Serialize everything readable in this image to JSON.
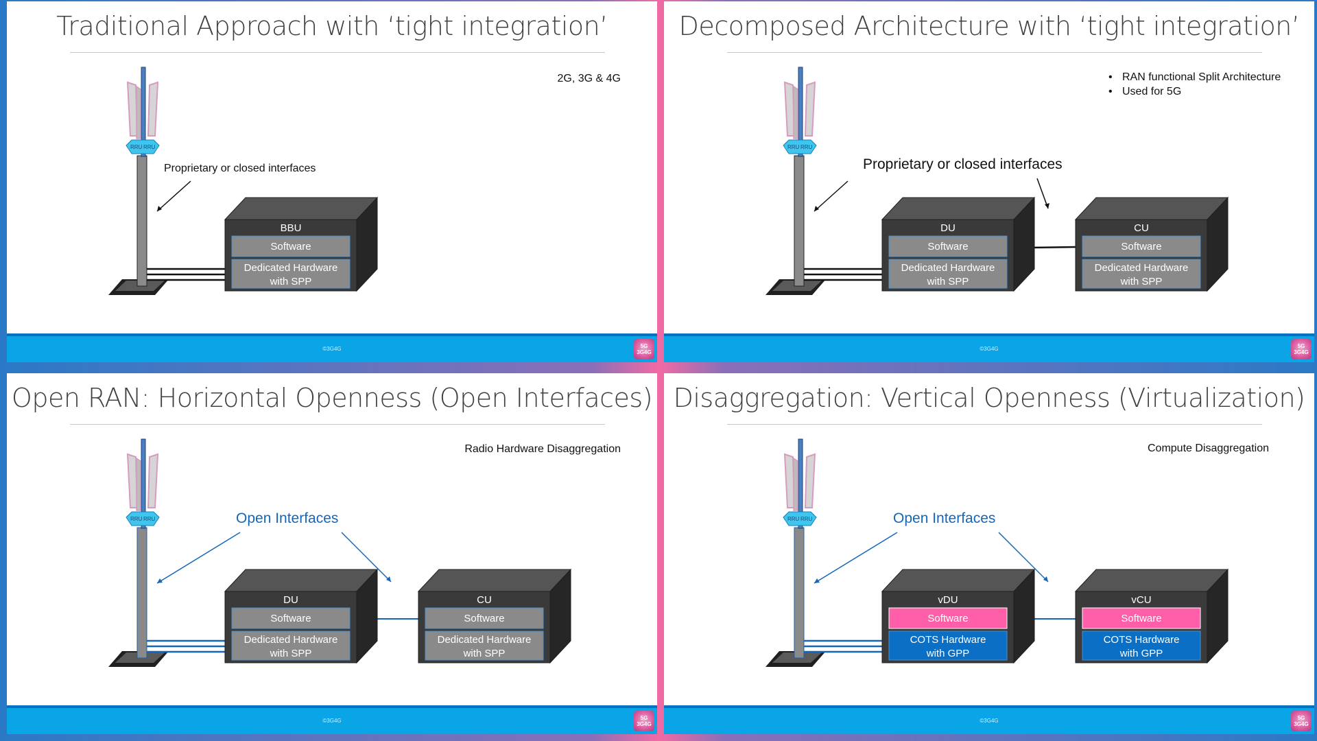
{
  "slides": [
    {
      "title": "Traditional Approach with ‘tight integration’",
      "note": "2G, 3G & 4G",
      "annotation": "Proprietary or closed interfaces",
      "rru_labels": [
        "RRU",
        "RRU"
      ],
      "boxes": [
        {
          "name": "BBU",
          "software": "Software",
          "hardware_line1": "Dedicated Hardware",
          "hardware_line2": "with SPP"
        }
      ],
      "footer_text": "©3G4G"
    },
    {
      "title": "Decomposed Architecture with ‘tight integration’",
      "bullets": [
        "RAN functional Split Architecture",
        "Used for 5G"
      ],
      "annotation": "Proprietary or closed interfaces",
      "rru_labels": [
        "RRU",
        "RRU"
      ],
      "boxes": [
        {
          "name": "DU",
          "software": "Software",
          "hardware_line1": "Dedicated Hardware",
          "hardware_line2": "with SPP"
        },
        {
          "name": "CU",
          "software": "Software",
          "hardware_line1": "Dedicated Hardware",
          "hardware_line2": "with SPP"
        }
      ],
      "footer_text": "©3G4G"
    },
    {
      "title": "Open RAN: Horizontal Openness (Open Interfaces)",
      "note": "Radio Hardware Disaggregation",
      "annotation": "Open Interfaces",
      "rru_labels": [
        "RRU",
        "RRU"
      ],
      "boxes": [
        {
          "name": "DU",
          "software": "Software",
          "hardware_line1": "Dedicated Hardware",
          "hardware_line2": "with SPP"
        },
        {
          "name": "CU",
          "software": "Software",
          "hardware_line1": "Dedicated Hardware",
          "hardware_line2": "with SPP"
        }
      ],
      "footer_text": "©3G4G"
    },
    {
      "title": "Disaggregation: Vertical Openness (Virtualization)",
      "note": "Compute Disaggregation",
      "annotation": "Open Interfaces",
      "rru_labels": [
        "RRU",
        "RRU"
      ],
      "boxes": [
        {
          "name": "vDU",
          "software": "Software",
          "hardware_line1": "COTS Hardware",
          "hardware_line2": "with GPP"
        },
        {
          "name": "vCU",
          "software": "Software",
          "hardware_line1": "COTS Hardware",
          "hardware_line2": "with GPP"
        }
      ],
      "footer_text": "©3G4G"
    }
  ],
  "logo": {
    "line1": "5G",
    "line2": "3G4G"
  },
  "colors": {
    "footer": "#0aa5e6",
    "footer_border": "#0b6fbf",
    "open_interfaces_text": "#1565b8",
    "box_dark": "#3a3a3a",
    "box_panel_gray": "#8a8a8a",
    "software_pink": "#ff5fa8",
    "cots_blue": "#0b6fc6",
    "rru_cyan": "#3fc6ef",
    "antenna_pink": "#d899bf"
  }
}
